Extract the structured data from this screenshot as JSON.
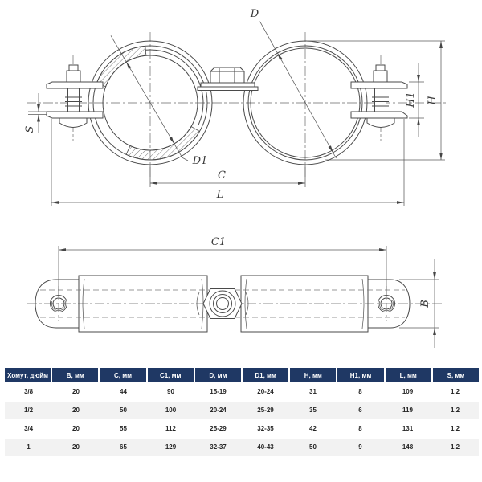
{
  "front_view": {
    "labels": {
      "d": "D",
      "d1": "D1",
      "c": "C",
      "l": "L",
      "h": "H",
      "h1": "H1",
      "s": "S"
    }
  },
  "top_view": {
    "labels": {
      "c1": "C1",
      "b": "B"
    }
  },
  "table": {
    "headers": [
      "Хомут, дюйм",
      "B, мм",
      "C, мм",
      "C1, мм",
      "D, мм",
      "D1, мм",
      "H, мм",
      "H1, мм",
      "L, мм",
      "S, мм"
    ],
    "rows": [
      [
        "3/8",
        "20",
        "44",
        "90",
        "15-19",
        "20-24",
        "31",
        "8",
        "109",
        "1,2"
      ],
      [
        "1/2",
        "20",
        "50",
        "100",
        "20-24",
        "25-29",
        "35",
        "6",
        "119",
        "1,2"
      ],
      [
        "3/4",
        "20",
        "55",
        "112",
        "25-29",
        "32-35",
        "42",
        "8",
        "131",
        "1,2"
      ],
      [
        "1",
        "20",
        "65",
        "129",
        "32-37",
        "40-43",
        "50",
        "9",
        "148",
        "1,2"
      ]
    ]
  },
  "colors": {
    "header_bg": "#1f3864",
    "row_alt_bg": "#f2f2f2",
    "drawing_line": "#4a4a4a",
    "body_text": "#262626"
  }
}
